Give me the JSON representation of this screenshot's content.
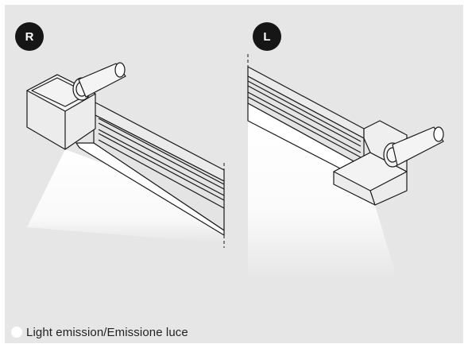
{
  "variants": {
    "right": {
      "badge": "R"
    },
    "left": {
      "badge": "L"
    }
  },
  "legend": {
    "label": "Light emission/Emissione luce"
  },
  "colors": {
    "panel_background": "#e6e6e6",
    "badge_background": "#161616",
    "badge_text": "#ffffff",
    "light": "#ffffff",
    "line": "#1a1a1a"
  }
}
